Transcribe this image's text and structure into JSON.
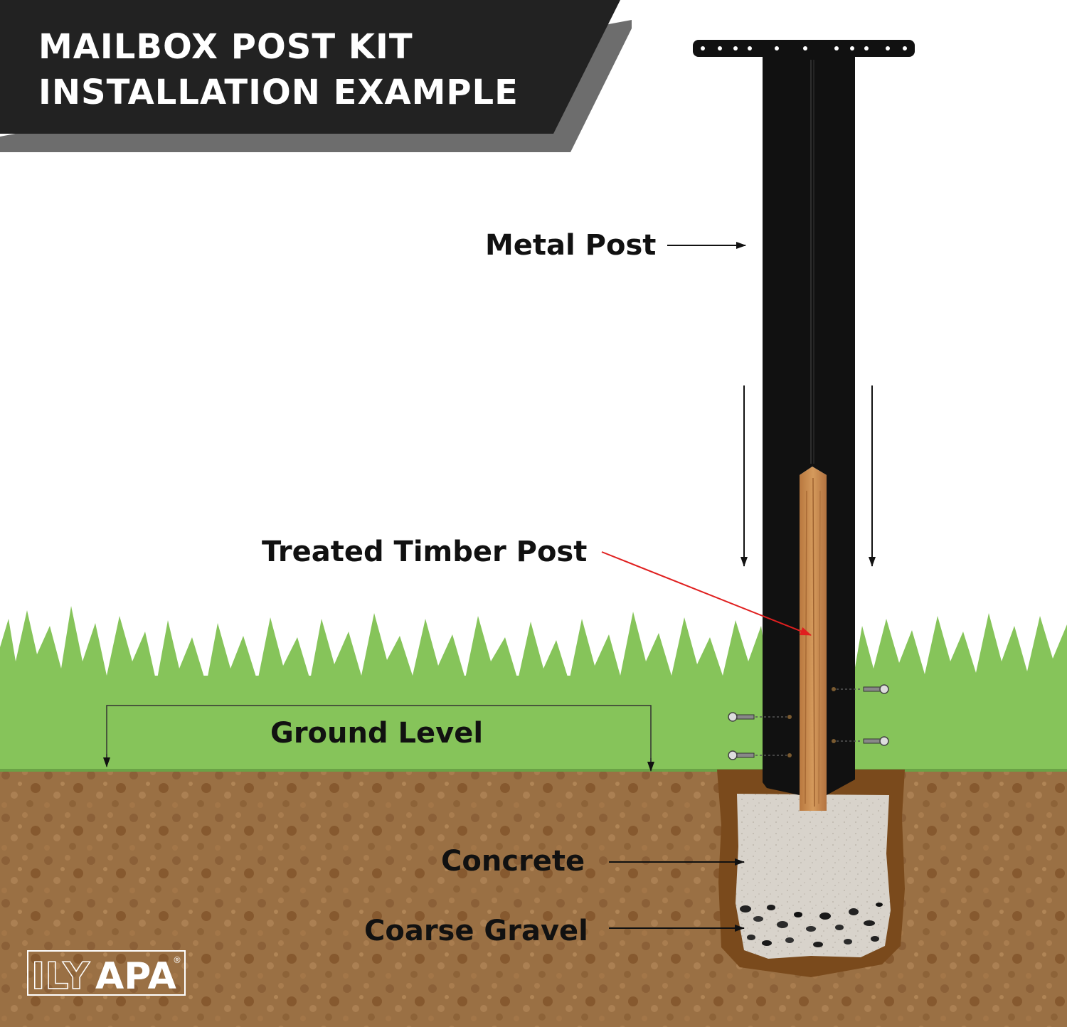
{
  "header": {
    "title_line1": "MAILBOX POST KIT",
    "title_line2": "INSTALLATION EXAMPLE"
  },
  "labels": {
    "metal_post": "Metal Post",
    "treated_timber_post": "Treated Timber Post",
    "ground_level": "Ground Level",
    "concrete": "Concrete",
    "coarse_gravel": "Coarse Gravel"
  },
  "brand": {
    "outline_part": "ILY",
    "solid_part": "APA",
    "registered": "®"
  },
  "colors": {
    "banner": "#222222",
    "banner_stripe": "#6d6d6d",
    "grass": "#86c45a",
    "soil": "#9a7044",
    "hole_edge": "#7a4a1c",
    "concrete": "#d8d3cb",
    "metal": "#111111",
    "timber": "#c58a4f",
    "pointer_red": "#e01f1f"
  }
}
